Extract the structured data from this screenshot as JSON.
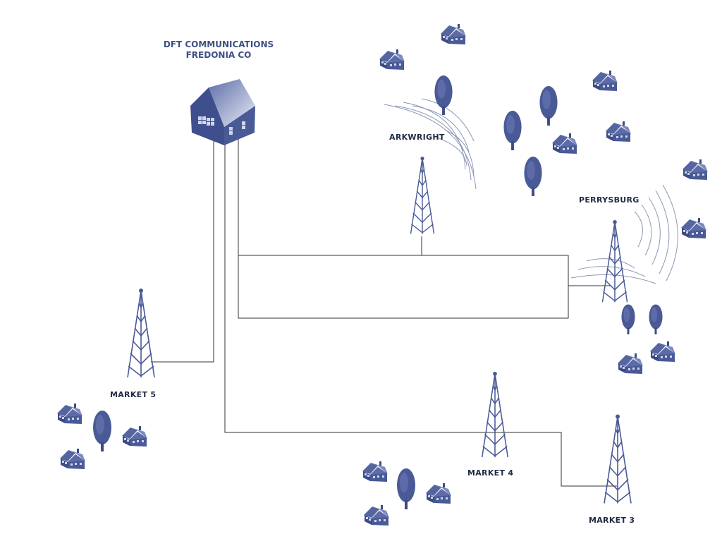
{
  "headquarters": {
    "line1": "DFT COMMUNICATIONS",
    "line2": "FREDONIA CO",
    "icon": "office-building-icon"
  },
  "towers": {
    "arkwright": "ARKWRIGHT",
    "perrysburg": "PERRYSBURG",
    "market5": "MARKET 5",
    "market4": "MARKET 4",
    "market3": "MARKET 3"
  },
  "icons": {
    "tower": "cell-tower-icon",
    "house": "house-icon",
    "tree": "tree-icon",
    "signal": "signal-waves-icon"
  },
  "colors": {
    "icon_fill": "#4a5a96",
    "icon_dark": "#2c3970",
    "line": "#333333",
    "label": "#1f2a44",
    "hq_label": "#3f4f82"
  }
}
